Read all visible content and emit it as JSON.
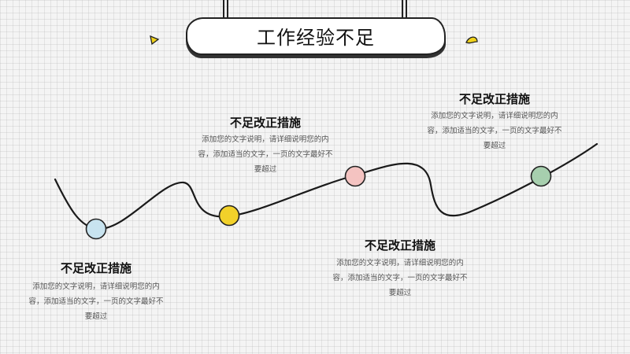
{
  "title": "工作经验不足",
  "sections": [
    {
      "heading": "不足改正措施",
      "text": "添加您的文字说明，请详细说明您的内容，添加适当的文字，一页的文字最好不要超过"
    },
    {
      "heading": "不足改正措施",
      "text": "添加您的文字说明，请详细说明您的内容，添加适当的文字，一页的文字最好不要超过"
    },
    {
      "heading": "不足改正措施",
      "text": "添加您的文字说明，请详细说明您的内容，添加适当的文字，一页的文字最好不要超过"
    },
    {
      "heading": "不足改正措施",
      "text": "添加您的文字说明，请详细说明您的内容，添加适当的文字，一页的文字最好不要超过"
    }
  ],
  "colors": {
    "dot_blue": "#c8e3ef",
    "dot_yellow": "#f2d12a",
    "dot_pink": "#f4c3c1",
    "dot_green": "#a7cfae",
    "accent_yellow": "#f0d21a",
    "line": "#1a1a1a"
  }
}
